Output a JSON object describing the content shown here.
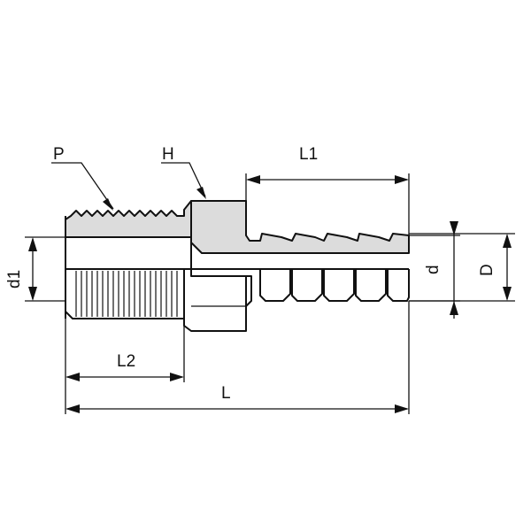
{
  "labels": {
    "p": "P",
    "h": "H",
    "l1": "L1",
    "l2": "L2",
    "l": "L",
    "d1": "d1",
    "d": "d",
    "D": "D"
  }
}
